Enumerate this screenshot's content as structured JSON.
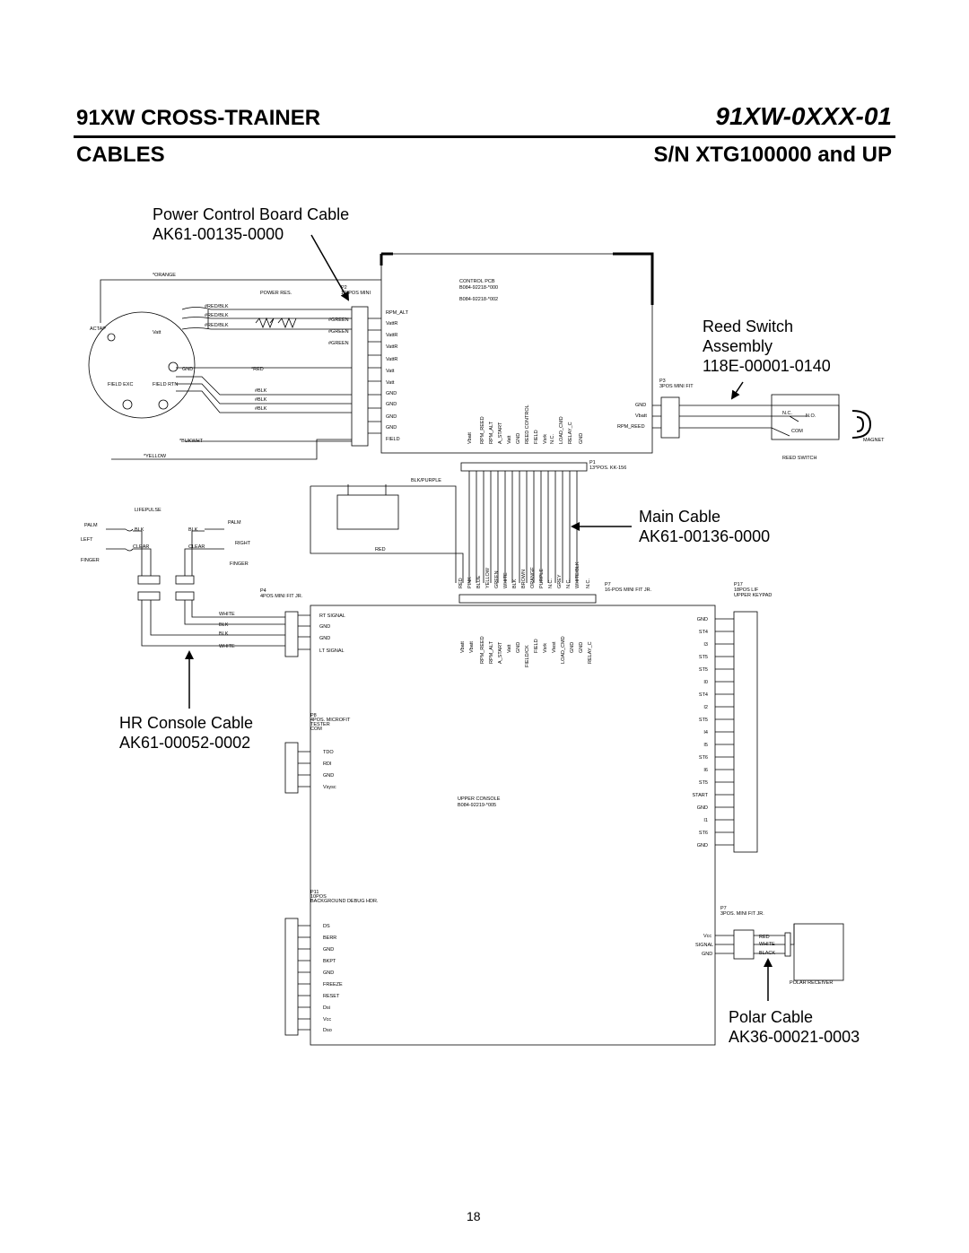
{
  "header": {
    "title": "91XW CROSS-TRAINER",
    "model": "91XW-0XXX-01",
    "section": "CABLES",
    "serial": "S/N XTG100000 and UP"
  },
  "callouts": {
    "power_control": {
      "line1": "Power Control Board Cable",
      "line2": "AK61-00135-0000"
    },
    "reed_switch": {
      "line1": "Reed Switch",
      "line2": "Assembly",
      "line3": "118E-00001-0140"
    },
    "main_cable": {
      "line1": "Main Cable",
      "line2": "AK61-00136-0000"
    },
    "hr_console": {
      "line1": "HR Console Cable",
      "line2": "AK61-00052-0002"
    },
    "polar_cable": {
      "line1": "Polar Cable",
      "line2": "AK36-00021-0003"
    }
  },
  "labels": {
    "control_pcb": "CONTROL PCB",
    "control_pcb_num": "B084-92218-*000",
    "control_pcb_num2": "B084-92218-*002",
    "upper_console": "UPPER CONSOLE",
    "upper_console_num": "B084-92219-*005",
    "lifepulse": "LIFEPULSE",
    "polar_receiver": "POLAR RECEIVER",
    "reed_switch": "REED SWITCH",
    "magnet": "MAGNET",
    "orange": "*ORANGE",
    "yellow": "*YELLOW",
    "blk_purple": "BLK/PURPLE",
    "red": "RED",
    "power_res": "POWER RES.",
    "p2": "P2",
    "p2_desc": "12*POS MINI",
    "p3": "P3",
    "p3_desc": "3POS MINI FIT",
    "p1": "P1",
    "p1_desc": "13*POS. KK-156",
    "p7": "P7",
    "p7_desc": "16-POS MINI FIT JR.",
    "p17": "P17",
    "p17_desc": "18POS LIF",
    "p17_desc2": "UPPER KEYPAD",
    "p4": "P4",
    "p4_desc": "4POS MINI FIT JR.",
    "p8": "P8",
    "p8_desc": "4POS. MICROFIT",
    "p8_desc2": "TESTER",
    "p8_desc3": "COM",
    "p11": "P11",
    "p11_desc": "10POS",
    "p11_desc2": "BACKGROUND DEBUG HDR.",
    "p7b": "P7",
    "p7b_desc": "3POS. MINI FIT JR.",
    "actap": "ACTAP",
    "vatt": "Vatt",
    "gnd": "GND",
    "field_exc": "FIELD EXC",
    "field_rtn": "FIELD RTN",
    "bukwht": "*BUKWHT",
    "palm": "PALM",
    "left": "LEFT",
    "right": "RIGHT",
    "finger": "FINGER",
    "blk": "BLK",
    "clear": "CLEAR",
    "white": "WHITE",
    "nc": "N.C.",
    "no": "N.O.",
    "com": "COM",
    "vbatt": "Vbatt",
    "rpm_reed": "RPM_REED",
    "vcc": "Vcc",
    "signal": "SIGNAL"
  },
  "p2_pins": [
    "RPM_ALT",
    "VattR",
    "VattR",
    "VattR",
    "VattR",
    "Vatt",
    "Vatt",
    "GND",
    "GND",
    "GND",
    "GND",
    "FIELD"
  ],
  "p2_wires": [
    "#RED/BLK",
    "#RED/BLK",
    "#RED/BLK",
    "#GREEN",
    "#GREEN",
    "#GREEN",
    "*RED",
    "#BLK",
    "#BLK",
    "#BLK"
  ],
  "p1_pins": [
    "Vbatt",
    "RPM_REED",
    "RPM_ALT",
    "A_START",
    "Vatt",
    "GND",
    "REED CONTROL",
    "FIELD",
    "Vsrk",
    "N.C.",
    "LOAD_CMD",
    "RELAY_C",
    "GND"
  ],
  "main_wires": [
    "RED",
    "PINK",
    "BLUE",
    "YELLOW",
    "GREEN",
    "WHITE",
    "BLK",
    "BROWN",
    "ORANGE",
    "PURPLE",
    "N.C.",
    "GREY",
    "N.C.",
    "WHITE/BLK",
    "N.C."
  ],
  "p7_pins": [
    "Vbatt",
    "Vbatt",
    "RPM_REED",
    "RPM_ALT",
    "A_START",
    "Vatt",
    "GND",
    "FIELD/CK",
    "FIELD",
    "Vsrk",
    "Vtest",
    "LOAD_CMD",
    "GND",
    "GND",
    "RELAY_C"
  ],
  "p4_pins": [
    "RT SIGNAL",
    "GND",
    "GND",
    "LT SIGNAL"
  ],
  "p4_wires": [
    "WHITE",
    "BLK",
    "BLK",
    "WHITE"
  ],
  "p8_pins": [
    "TDO",
    "RDI",
    "GND",
    "Vsysc"
  ],
  "p11_pins": [
    "DS",
    "BERR",
    "GND",
    "BKPT",
    "GND",
    "FREEZE",
    "RESET",
    "Dsi",
    "Vcc",
    "Dso"
  ],
  "p17_pins": [
    "GND",
    "ST4",
    "I3",
    "ST5",
    "ST5",
    "I0",
    "ST4",
    "I2",
    "ST5",
    "I4",
    "I5",
    "ST6",
    "I6",
    "ST5",
    "START",
    "GND",
    "I1",
    "ST6",
    "GND"
  ],
  "polar_pins": [
    "Vcc",
    "SIGNAL",
    "GND"
  ],
  "polar_wires": [
    "RED",
    "WHITE",
    "BLACK"
  ],
  "page_number": "18"
}
